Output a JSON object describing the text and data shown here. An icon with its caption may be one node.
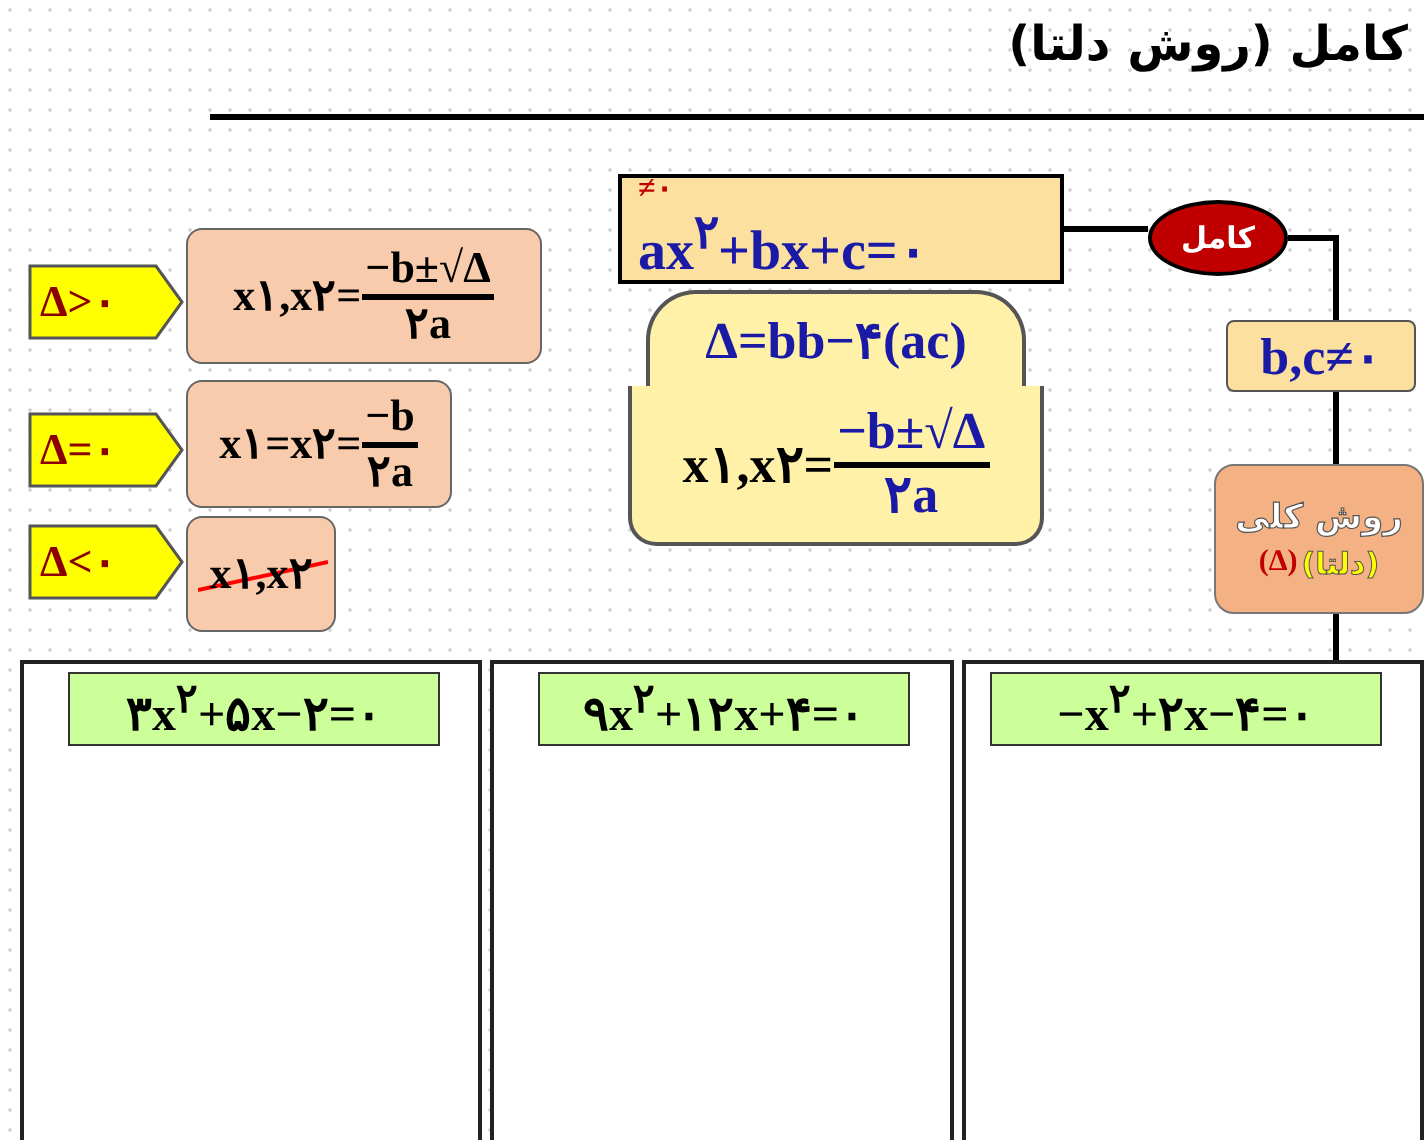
{
  "diagram": {
    "title": "کامل (روش دلتا)",
    "nodes": [
      {
        "text": [
          "≠۰",
          "ax$^{۲}$+bx+c=۰"
        ]
      },
      {
        "text": [
          "کامل"
        ]
      },
      {
        "text": [
          "b,c≠۰"
        ]
      },
      {
        "text": [
          "روش کلی",
          "(دلتا)",
          "(Δ)"
        ]
      },
      {
        "text": [
          "Δ=bb−۴(ac)"
        ]
      },
      {
        "text": [
          "x۱,x۲=",
          "−b±√Δ",
          "۲a"
        ]
      },
      {
        "text": [
          "Δ>۰"
        ]
      },
      {
        "text": [
          "x۱,x۲=",
          "−b±√Δ",
          "۲a"
        ]
      },
      {
        "text": [
          "Δ=۰"
        ]
      },
      {
        "text": [
          "x۱=x۲=",
          "−b",
          "۲a"
        ]
      },
      {
        "text": [
          "Δ<۰"
        ]
      },
      {
        "text": [
          "x۱,x۲"
        ]
      },
      {
        "text": [],
        "shape": "box"
      },
      {
        "text": [
          "۳x$^{۲}$+۵x−۲=۰"
        ],
        "in": 12
      },
      {
        "text": [],
        "shape": "box"
      },
      {
        "text": [
          "۹x$^{۲}$+۱۲x+۴=۰"
        ],
        "in": 14
      },
      {
        "text": [],
        "shape": "box"
      },
      {
        "text": [
          "−x$^{۲}$+۲x−۴=۰"
        ],
        "in": 16
      }
    ],
    "edges": [
      {
        "from": 0,
        "to": 1,
        "arrow": "none"
      },
      {
        "from": 1,
        "to": 2,
        "arrow": "none"
      },
      {
        "from": 2,
        "to": 3,
        "arrow": "none"
      },
      {
        "from": 3,
        "to": 16,
        "arrow": "none"
      }
    ]
  }
}
